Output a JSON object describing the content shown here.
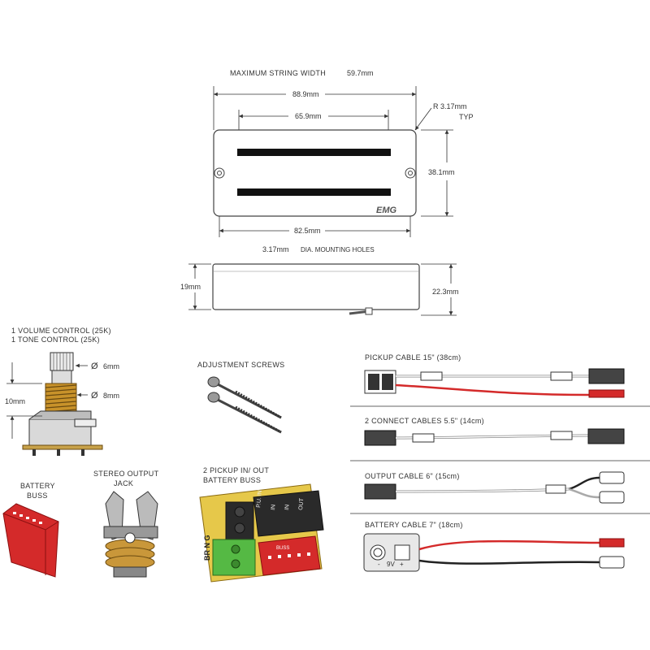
{
  "pickup": {
    "title": "MAXIMUM STRING WIDTH",
    "title_value": "59.7mm",
    "width_outer": "88.9mm",
    "width_inner": "65.9mm",
    "radius": "R 3.17mm",
    "radius_note": "TYP",
    "height": "38.1mm",
    "hole_spacing": "82.5mm",
    "brand": "EMG",
    "hole_dia": "3.17mm",
    "hole_dia_label": "DIA. MOUNTING HOLES",
    "side_height_left": "19mm",
    "side_height_right": "22.3mm"
  },
  "pots": {
    "line1": "1 VOLUME CONTROL (25K)",
    "line2": "1 TONE CONTROL (25K)",
    "shaft_dia": "6mm",
    "bushing_dia": "8mm",
    "bushing_len": "10mm",
    "dia_symbol": "Ø"
  },
  "screws": {
    "label": "ADJUSTMENT SCREWS"
  },
  "battery_buss": {
    "line1": "BATTERY",
    "line2": "BUSS"
  },
  "jack": {
    "line1": "STEREO OUTPUT",
    "line2": "JACK"
  },
  "pcb": {
    "line1": "2 PICKUP IN/ OUT",
    "line2": "BATTERY BUSS",
    "pins_green": "BR N G",
    "pins_black": [
      "P.U. IN",
      "IN",
      "IN",
      "OUT"
    ],
    "pins_red": "BUSS"
  },
  "cables": [
    {
      "label": "PICKUP CABLE 15\" (38cm)"
    },
    {
      "label": "2 CONNECT CABLES 5.5\" (14cm)"
    },
    {
      "label": "OUTPUT CABLE 6\" (15cm)"
    },
    {
      "label": "BATTERY CABLE 7\" (18cm)",
      "clip_label": "9V",
      "minus": "-",
      "plus": "+"
    }
  ],
  "colors": {
    "red": "#d42a2a",
    "green": "#55b944",
    "black": "#222222",
    "brass": "#c8a24a",
    "coil": "#b8891f"
  }
}
